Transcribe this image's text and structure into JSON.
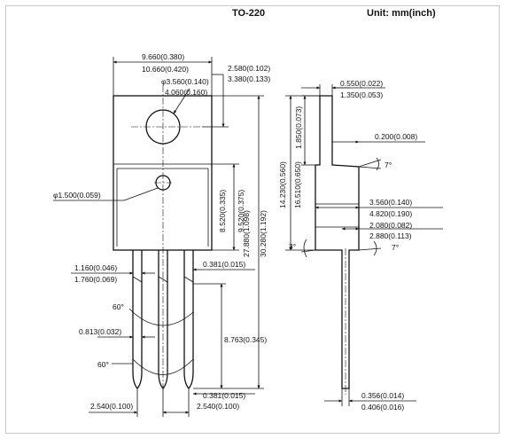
{
  "header": {
    "package": "TO-220",
    "unit": "Unit: mm(inch)"
  },
  "front_view": {
    "body_width": [
      "9.660(0.380)",
      "10.660(0.420)"
    ],
    "hole_diameter": [
      "φ3.560(0.140)",
      "4.060(0.160)"
    ],
    "tab_offset": [
      "2.580(0.102)",
      "3.380(0.133)"
    ],
    "ejector_mark": "φ1.500(0.059)",
    "body_height": [
      "8.520(0.335)",
      "9.520(0.375)"
    ],
    "total_length": [
      "27.880(1.098)",
      "30.280(1.192)"
    ],
    "lead_width": [
      "1.160(0.046)",
      "1.760(0.069)"
    ],
    "lead_thickness_a": "0.381(0.015)",
    "bend_angle_top": "60°",
    "lead_pitch_small": "0.813(0.032)",
    "lead_length": "8.763(0.345)",
    "bend_angle_bottom": "60°",
    "lead_thickness_b": "0.381(0.015)",
    "pitch_left": "2.540(0.100)",
    "pitch_right": "2.540(0.100)"
  },
  "side_view": {
    "tab_thickness": [
      "0.550(0.022)",
      "1.350(0.053)"
    ],
    "tab_height": "1.850(0.073)",
    "step": "0.200(0.008)",
    "draft_angle_top": "7°",
    "height_to_shoulder": [
      "14.230(0.560)",
      "16.510(0.650)"
    ],
    "body_thickness": [
      "3.560(0.140)",
      "4.820(0.190)"
    ],
    "lead_standoff": [
      "2.080(0.082)",
      "2.880(0.113)"
    ],
    "draft_angle_left": "3°",
    "draft_angle_bottom": "7°",
    "lead_thickness": [
      "0.356(0.014)",
      "0.406(0.016)"
    ]
  }
}
